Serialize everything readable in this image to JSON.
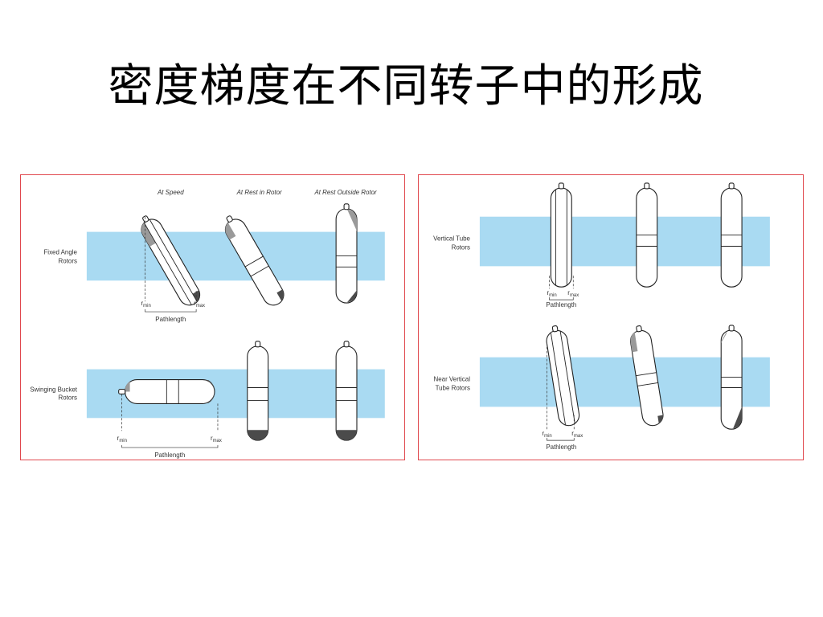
{
  "title": "密度梯度在不同转子中的形成",
  "left_panel": {
    "headers": [
      "At Speed",
      "At Rest in Rotor",
      "At Rest Outside Rotor"
    ],
    "rows": [
      {
        "label_line1": "Fixed Angle",
        "label_line2": "Rotors"
      },
      {
        "label_line1": "Swinging Bucket",
        "label_line2": "Rotors"
      }
    ],
    "rmin": "r",
    "rmin_sub": "min",
    "rmax": "r",
    "rmax_sub": "max",
    "pathlength": "Pathlength"
  },
  "right_panel": {
    "rows": [
      {
        "label_line1": "Vertical Tube",
        "label_line2": "Rotors"
      },
      {
        "label_line1": "Near Vertical",
        "label_line2": "Tube Rotors"
      }
    ],
    "rmin": "r",
    "rmin_sub": "min",
    "rmax": "r",
    "rmax_sub": "max",
    "pathlength": "Pathlength"
  },
  "colors": {
    "band": "#a9daf2",
    "panel_border": "#e0484e"
  }
}
